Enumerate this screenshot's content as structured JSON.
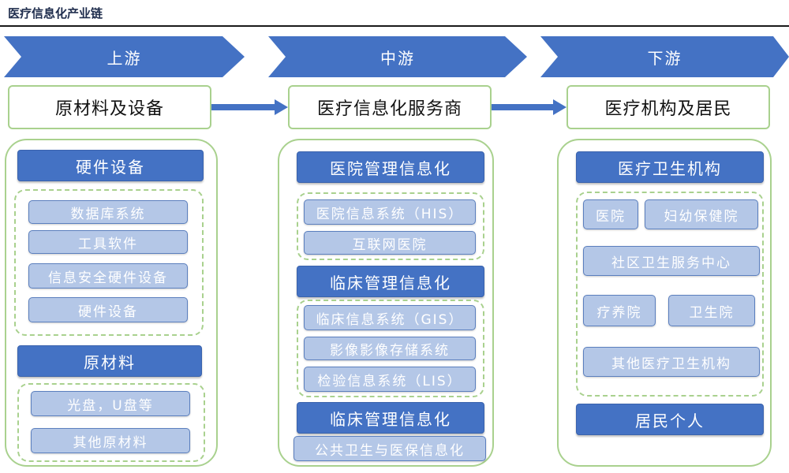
{
  "header": {
    "title": "医疗信息化产业链"
  },
  "stages": [
    {
      "label": "上游",
      "title": "原材料及设备"
    },
    {
      "label": "中游",
      "title": "医疗信息化服务商"
    },
    {
      "label": "下游",
      "title": "医疗机构及居民"
    }
  ],
  "upstream": {
    "hardware": {
      "heading": "硬件设备",
      "items": [
        "数据库系统",
        "工具软件",
        "信息安全硬件设备",
        "硬件设备"
      ]
    },
    "materials": {
      "heading": "原材料",
      "items": [
        "光盘，U盘等",
        "其他原材料"
      ]
    }
  },
  "midstream": {
    "hospital": {
      "heading": "医院管理信息化",
      "items": [
        "医院信息系统（HIS）",
        "互联网医院"
      ]
    },
    "clinical": {
      "heading": "临床管理信息化",
      "items": [
        "临床信息系统（GIS）",
        "影像影像存储系统",
        "检验信息系统（LIS）"
      ]
    },
    "public": {
      "heading": "临床管理信息化",
      "items": [
        "公共卫生与医保信息化"
      ]
    }
  },
  "downstream": {
    "institutions": {
      "heading": "医疗卫生机构",
      "items": [
        "医院",
        "妇幼保健院",
        "社区卫生服务中心",
        "疗养院",
        "卫生院",
        "其他医疗卫生机构"
      ]
    },
    "residents": {
      "heading": "居民个人"
    }
  },
  "colors": {
    "primary": "#4472c4",
    "item": "#b4c7e7",
    "border": "#a9d18e"
  }
}
